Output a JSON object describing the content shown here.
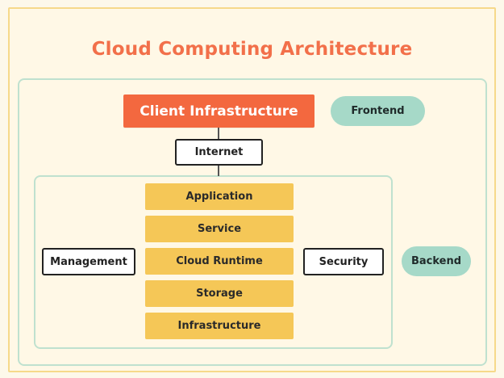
{
  "diagram": {
    "title": "Cloud Computing Architecture",
    "client": "Client Infrastructure",
    "frontend_label": "Frontend",
    "internet": "Internet",
    "backend_label": "Backend",
    "management": "Management",
    "security": "Security",
    "layers": [
      "Application",
      "Service",
      "Cloud Runtime",
      "Storage",
      "Infrastructure"
    ]
  },
  "colors": {
    "title": "#f2704a",
    "client_box": "#f3683f",
    "pill": "#a6d9c8",
    "layer": "#f5c757",
    "frame_border": "#bfe1cf",
    "outer_border": "#f6d98a"
  }
}
